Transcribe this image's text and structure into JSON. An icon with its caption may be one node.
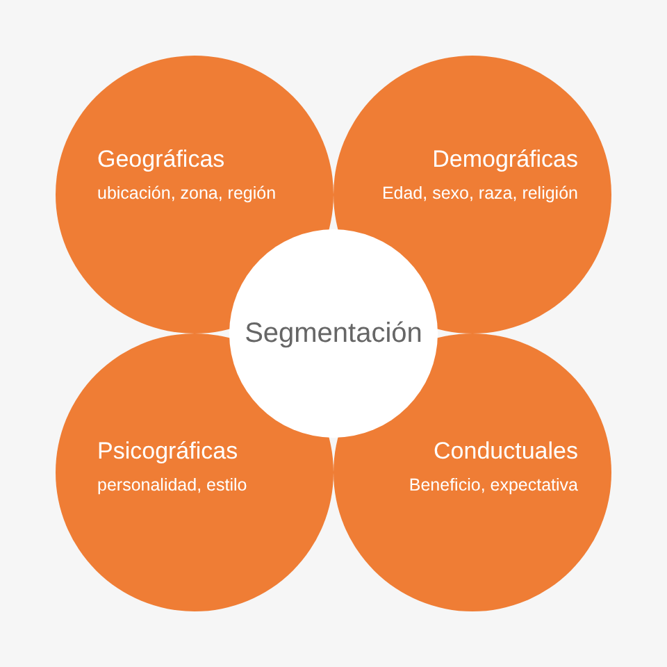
{
  "diagram": {
    "nodes": [
      {
        "text": [
          "Geográficas",
          "ubicación, zona, región"
        ]
      },
      {
        "text": [
          "Demográficas",
          "Edad, sexo, raza, religión"
        ]
      },
      {
        "text": [
          "Segmentación"
        ]
      },
      {
        "text": [
          "Psicográficas",
          "personalidad, estilo"
        ]
      },
      {
        "text": [
          "Conductuales",
          "Beneficio, expectativa"
        ]
      }
    ]
  }
}
